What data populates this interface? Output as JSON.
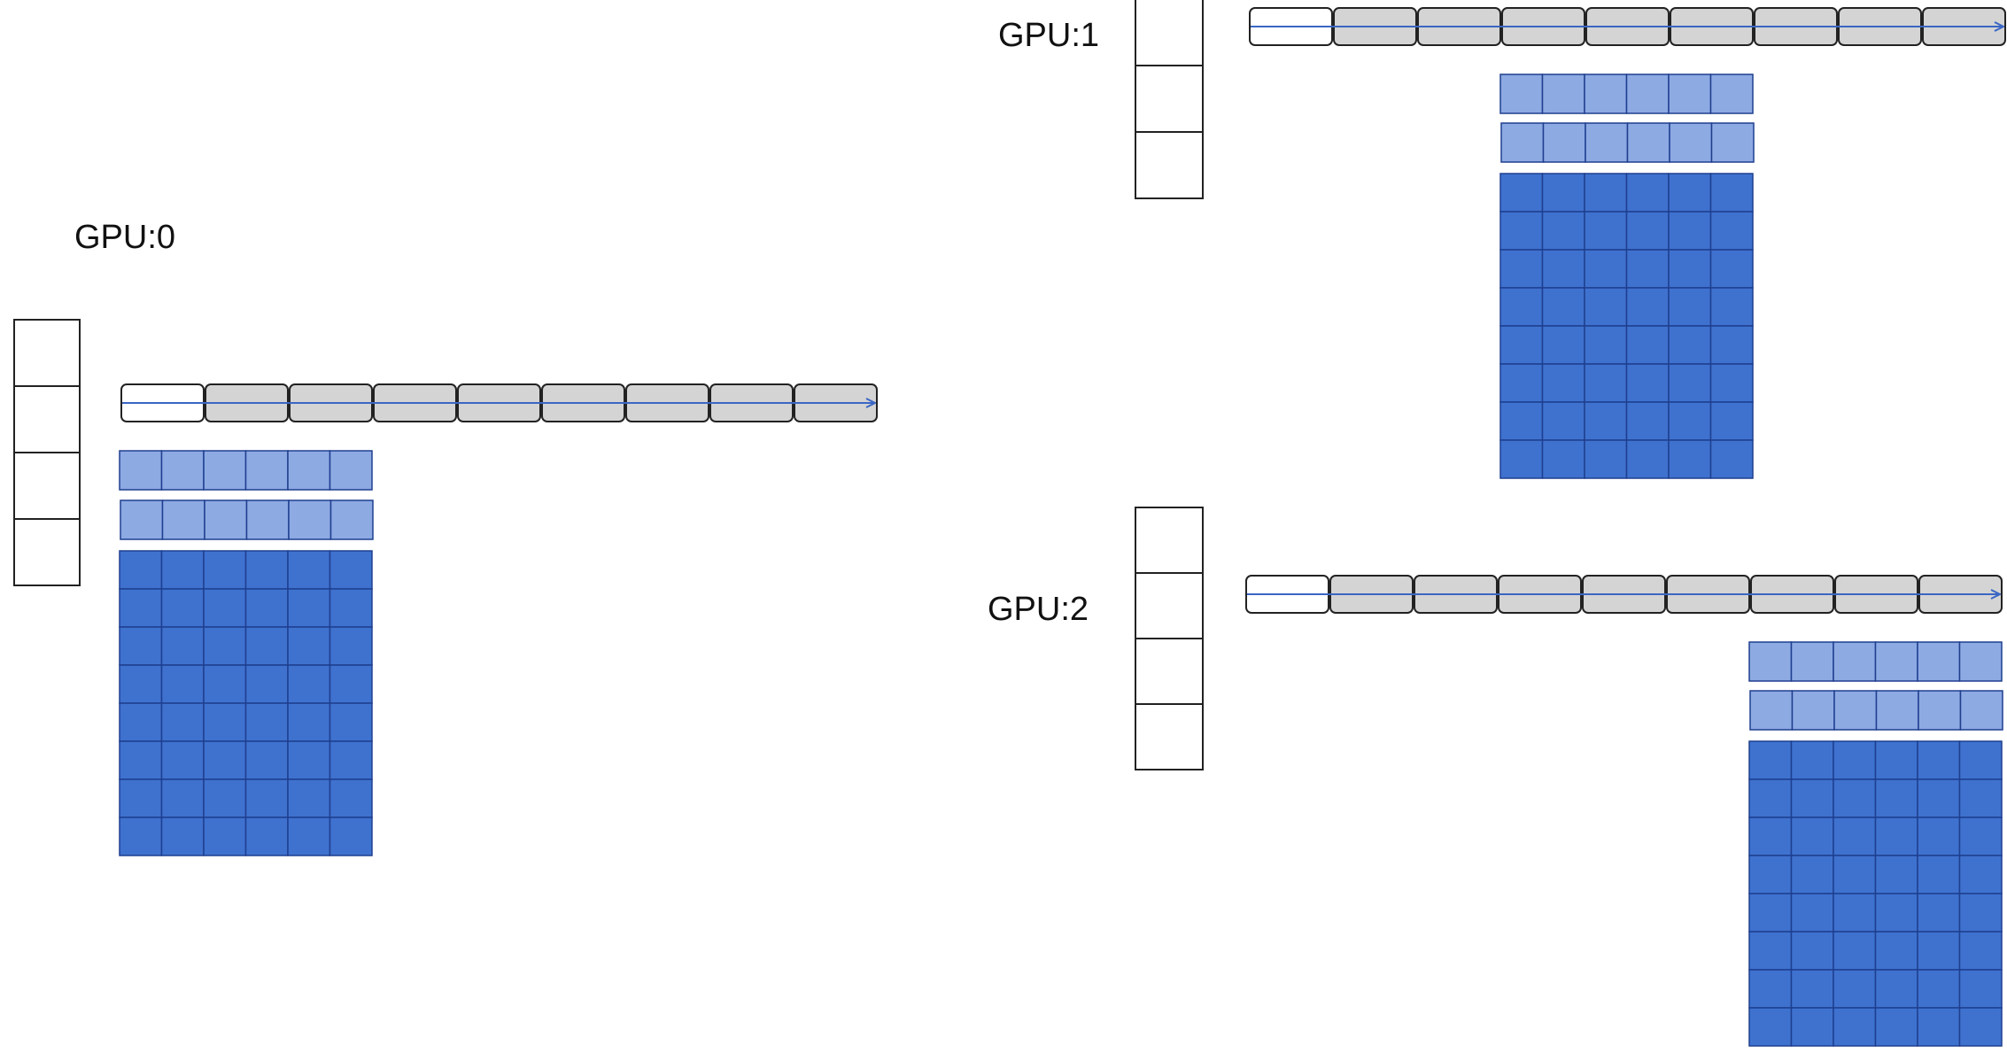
{
  "colors": {
    "background": "#ffffff",
    "stack_cell_border": "#222222",
    "seq_first_fill": "#ffffff",
    "seq_fill": "#d4d4d4",
    "seq_border": "#222222",
    "arrow": "#3a66c4",
    "light_block_fill": "#8eaae3",
    "dark_block_fill": "#3f72cf",
    "block_border": "#1f3f8f"
  },
  "gpus": [
    {
      "label": "GPU:0",
      "stack_cells": 4,
      "sequence_segments": 9,
      "light_rows": 2,
      "dark_rows": 8,
      "grid_cols": 6
    },
    {
      "label": "GPU:1",
      "stack_cells": 3,
      "sequence_segments": 9,
      "light_rows": 2,
      "dark_rows": 8,
      "grid_cols": 6
    },
    {
      "label": "GPU:2",
      "stack_cells": 4,
      "sequence_segments": 9,
      "light_rows": 2,
      "dark_rows": 8,
      "grid_cols": 6
    }
  ]
}
